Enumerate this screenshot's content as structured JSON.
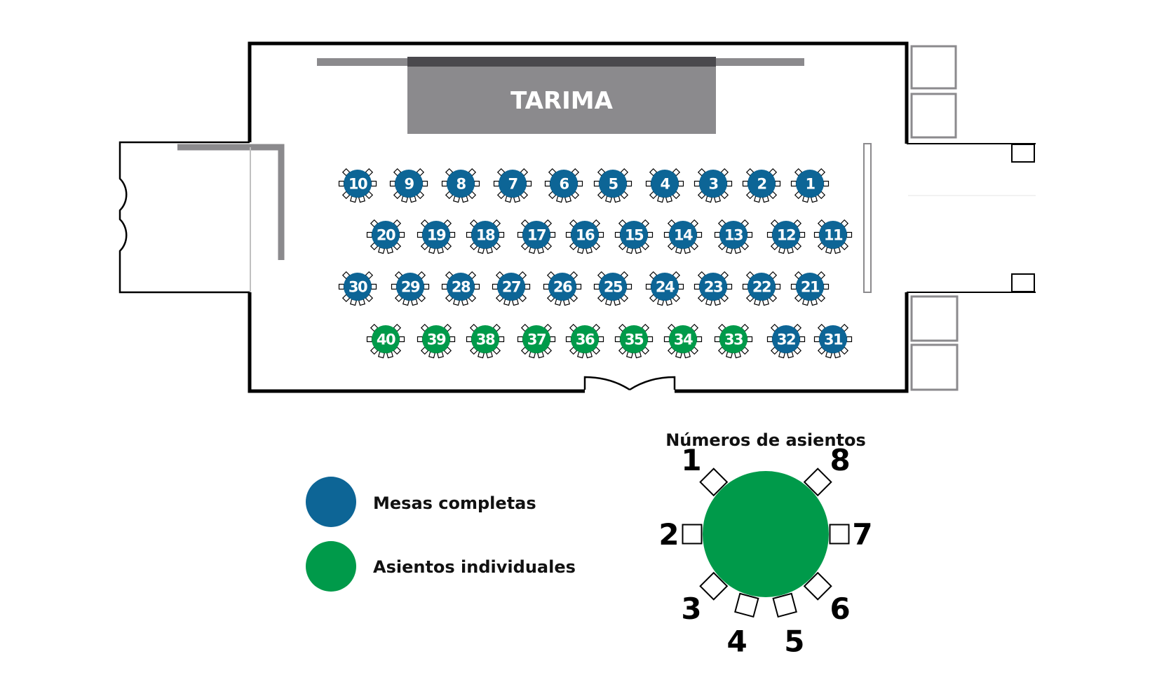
{
  "stage": {
    "label": "TARIMA"
  },
  "colors": {
    "full_table": "#0d6596",
    "individual_seats": "#009a4a",
    "stage": "#8b8a8d",
    "stage_top": "#4a494d",
    "wall": "#000000",
    "partition": "#8b8a8d"
  },
  "tables": [
    {
      "n": "10",
      "row": 0,
      "col": 0,
      "type": "full"
    },
    {
      "n": "9",
      "row": 0,
      "col": 1,
      "type": "full"
    },
    {
      "n": "8",
      "row": 0,
      "col": 2,
      "type": "full"
    },
    {
      "n": "7",
      "row": 0,
      "col": 3,
      "type": "full"
    },
    {
      "n": "6",
      "row": 0,
      "col": 4,
      "type": "full"
    },
    {
      "n": "5",
      "row": 0,
      "col": 5,
      "type": "full"
    },
    {
      "n": "4",
      "row": 0,
      "col": 6,
      "type": "full"
    },
    {
      "n": "3",
      "row": 0,
      "col": 7,
      "type": "full"
    },
    {
      "n": "2",
      "row": 0,
      "col": 8,
      "type": "full"
    },
    {
      "n": "1",
      "row": 0,
      "col": 9,
      "type": "full"
    },
    {
      "n": "20",
      "row": 1,
      "col": 0,
      "type": "full"
    },
    {
      "n": "19",
      "row": 1,
      "col": 1,
      "type": "full"
    },
    {
      "n": "18",
      "row": 1,
      "col": 2,
      "type": "full"
    },
    {
      "n": "17",
      "row": 1,
      "col": 3,
      "type": "full"
    },
    {
      "n": "16",
      "row": 1,
      "col": 4,
      "type": "full"
    },
    {
      "n": "15",
      "row": 1,
      "col": 5,
      "type": "full"
    },
    {
      "n": "14",
      "row": 1,
      "col": 6,
      "type": "full"
    },
    {
      "n": "13",
      "row": 1,
      "col": 7,
      "type": "full"
    },
    {
      "n": "12",
      "row": 1,
      "col": 8,
      "type": "full"
    },
    {
      "n": "11",
      "row": 1,
      "col": 9,
      "type": "full"
    },
    {
      "n": "30",
      "row": 2,
      "col": 0,
      "type": "full"
    },
    {
      "n": "29",
      "row": 2,
      "col": 1,
      "type": "full"
    },
    {
      "n": "28",
      "row": 2,
      "col": 2,
      "type": "full"
    },
    {
      "n": "27",
      "row": 2,
      "col": 3,
      "type": "full"
    },
    {
      "n": "26",
      "row": 2,
      "col": 4,
      "type": "full"
    },
    {
      "n": "25",
      "row": 2,
      "col": 5,
      "type": "full"
    },
    {
      "n": "24",
      "row": 2,
      "col": 6,
      "type": "full"
    },
    {
      "n": "23",
      "row": 2,
      "col": 7,
      "type": "full"
    },
    {
      "n": "22",
      "row": 2,
      "col": 8,
      "type": "full"
    },
    {
      "n": "21",
      "row": 2,
      "col": 9,
      "type": "full"
    },
    {
      "n": "40",
      "row": 3,
      "col": 0,
      "type": "individual"
    },
    {
      "n": "39",
      "row": 3,
      "col": 1,
      "type": "individual"
    },
    {
      "n": "38",
      "row": 3,
      "col": 2,
      "type": "individual"
    },
    {
      "n": "37",
      "row": 3,
      "col": 3,
      "type": "individual"
    },
    {
      "n": "36",
      "row": 3,
      "col": 4,
      "type": "individual"
    },
    {
      "n": "35",
      "row": 3,
      "col": 5,
      "type": "individual"
    },
    {
      "n": "34",
      "row": 3,
      "col": 6,
      "type": "individual"
    },
    {
      "n": "33",
      "row": 3,
      "col": 7,
      "type": "individual"
    },
    {
      "n": "32",
      "row": 3,
      "col": 8,
      "type": "full"
    },
    {
      "n": "31",
      "row": 3,
      "col": 9,
      "type": "full"
    }
  ],
  "legend": {
    "full": "Mesas completas",
    "individual": "Asientos individuales"
  },
  "seat_diagram": {
    "title": "Números de asientos",
    "seats": [
      "1",
      "2",
      "3",
      "4",
      "5",
      "6",
      "7",
      "8"
    ]
  }
}
